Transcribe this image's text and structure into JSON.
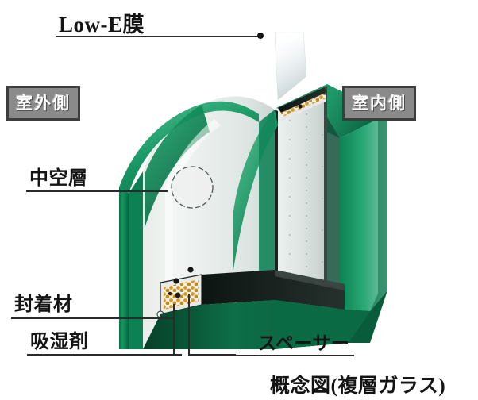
{
  "diagram": {
    "caption": "概念図(複層ガラス)",
    "title_label": "Low-E膜",
    "subject": "insulated-glazing-unit-cutaway"
  },
  "badges": {
    "outside": "室外側",
    "inside": "室内側",
    "bg_color": "#8a8a8a",
    "border_color": "#3d3d3d",
    "text_color": "#ffffff"
  },
  "callouts": [
    {
      "id": "low-e-film",
      "label": "Low-E膜"
    },
    {
      "id": "air-space",
      "label": "中空層"
    },
    {
      "id": "sealant",
      "label": "封着材"
    },
    {
      "id": "desiccant",
      "label": "吸湿剤"
    },
    {
      "id": "spacer",
      "label": "スペーサー"
    }
  ],
  "colors": {
    "glass_green_dark": "#0b7a4e",
    "glass_green_mid": "#1f9c6a",
    "glass_green_light": "#9fd3bd",
    "glass_pane_tint": "#cfdcd8",
    "glass_pane_pale": "#e9eeec",
    "spacer_dark": "#121a18",
    "desiccant_amber": "#d99a22",
    "line_color": "#2b2b2b",
    "background": "#ffffff"
  }
}
